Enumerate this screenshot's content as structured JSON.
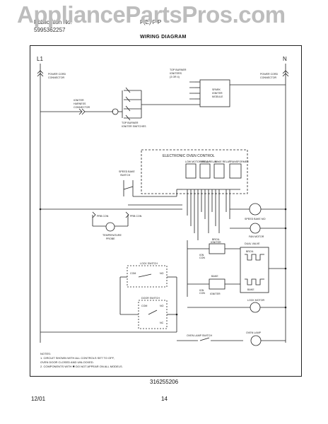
{
  "watermark": "AppliancePartsPros.com",
  "header": {
    "line1_left": "Publication No.",
    "line1_right": "F(E) F P",
    "line2_left": "5995362257",
    "title": "WIRING DIAGRAM"
  },
  "diagram": {
    "l1": "L1",
    "n": "N",
    "power_cord_left": [
      "POWER CORD",
      "CONNECTOR"
    ],
    "power_cord_right": [
      "POWER CORD",
      "CONNECTOR"
    ],
    "top_burner_igniters": [
      "TOP BURNER",
      "IGNITERS",
      "(3 OR 4)"
    ],
    "spark_igniter_module": [
      "SPARK",
      "IGNITER",
      "MODULE"
    ],
    "igniter_harness": [
      "IGNITER",
      "HARNESS",
      "CONNECTOR"
    ],
    "top_burner_switches": [
      "TOP BURNER",
      "IGNITER SWITCHES"
    ],
    "electronic_oven_control": "ELECTRONIC OVEN CONTROL",
    "relay_labels": [
      "LOW MOTOR RELAY",
      "BROIL RELAY",
      "BAKE RELAY",
      "TRANSFORMER"
    ],
    "speed_bake_switch": [
      "SPEED BAKE",
      "SWITCH"
    ],
    "probe_con": "PRB CON",
    "temp_sensor": [
      "TEMPERATURE",
      "PROBE"
    ],
    "speed_bake_mo": "SPEED BAKE MO",
    "fan_motor": "FAN MOTOR",
    "broil_igniter": [
      "BROIL",
      "IGNITER"
    ],
    "dual_valve": "DUAL VALVE",
    "broil_valve": "BROIL",
    "bake_valve": "BAKE",
    "bake_igniter": [
      "BAKE",
      "IGNITER"
    ],
    "igniter_con": [
      "IGN",
      "CON"
    ],
    "lock_switch": "LOCK SWITCH",
    "door_switch": "DOOR SWITCH",
    "com": "COM",
    "no": "NO",
    "nc": "NC",
    "lock_motor": "LOCK MOTOR",
    "oven_lamp_switch": "OVEN LAMP SWITCH",
    "oven_lamp": "OVEN LAMP"
  },
  "notes": {
    "heading": "NOTES:",
    "items": [
      "1.   CIRCUIT SHOWN WITH ALL CONTROLS SET TO OFF,",
      "      OVEN DOOR CLOSED AND UNLOCKED.",
      "2.   COMPONENTS WITH  ✱  DO NOT APPEAR ON ALL MODELS."
    ]
  },
  "part_number": "316255206",
  "footer": {
    "date": "12/01",
    "page": "14"
  }
}
